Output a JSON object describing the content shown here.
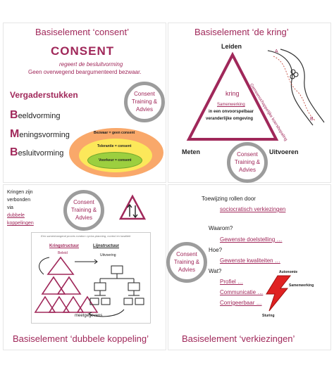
{
  "panel_consent": {
    "title": "Basiselement ‘consent’",
    "heading": "CONSENT",
    "line1": "regeert de besluitvorming",
    "line2": "Geen overwegend beargumenteerd bezwaar.",
    "vergader": "Vergaderstukken",
    "bmb": [
      {
        "letter": "B",
        "rest": "eeldvorming"
      },
      {
        "letter": "M",
        "rest": "eningsvorming"
      },
      {
        "letter": "B",
        "rest": "esluitvorming"
      }
    ],
    "ellipses": {
      "outer": "Bezwaar = geen consent",
      "middle": "Tolerantie = consent",
      "inner": "Voorkeur = consent"
    }
  },
  "panel_kring": {
    "title": "Basiselement ‘de kring’",
    "leiden": "Leiden",
    "meten": "Meten",
    "uitvoeren": "Uitvoeren",
    "kring": "kring",
    "samenwerking": "Samenwerking",
    "omgeving1": "in een onvoorspelbaar",
    "omgeving2": "veranderlijke omgeving",
    "label_a": "A",
    "label_b": "B",
    "river_text": "Gemeenschappelijke koersbepaling"
  },
  "panel_koppeling": {
    "title": "Basiselement ‘dubbele koppeling’",
    "intro1": "Kringen zijn",
    "intro2": "verbonden",
    "intro3": "via",
    "link1": "dubbele",
    "link2": "koppelingen",
    "tiny_note": "Een samenhangend proces rondom cyclus planning, control en kwaliteit",
    "kringstructuur": "Kringstructuur",
    "lijnstructuur": "Lijnstructuur",
    "beleid": "Beleid",
    "uitvoering": "Uitvoering",
    "meetgegevens": "meetgegevens"
  },
  "panel_verkiezingen": {
    "title": "Basiselement ‘verkiezingen’",
    "toewijzing": "Toewijzing rollen door",
    "sociocratisch": "sociocratisch verkiezingen",
    "waarom": "Waarom?",
    "doelstelling": "Gewenste doelstelling …",
    "hoe": "Hoe?",
    "kwaliteiten": "Gewenste kwaliteiten …",
    "wat": "Wat?",
    "profiel": "Profiel …",
    "communicatie": "Communicatie …",
    "corrigeerbaar": "Corrigeerbaar …",
    "autonomie": "Autonomie",
    "samenwerking": "Samenwerking",
    "sturing": "Sturing"
  },
  "connectors": {
    "c1": [
      "Consent",
      "Training &",
      "Advies"
    ],
    "c2": [
      "Consent",
      "Training &",
      "Advies"
    ],
    "c3": [
      "Consent",
      "Training &",
      "Advies"
    ],
    "c4": [
      "Consent",
      "Training &",
      "Advies"
    ]
  }
}
